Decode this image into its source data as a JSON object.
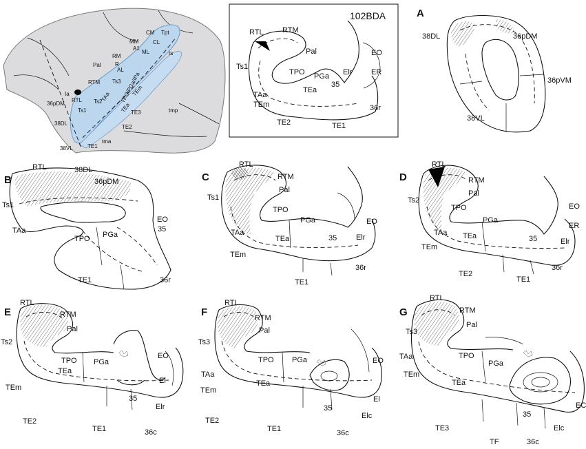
{
  "brain": {
    "labels": [
      "MM",
      "CM",
      "Tpt",
      "A1",
      "CL",
      "RM",
      "ML",
      "ts",
      "R",
      "Pal",
      "AL",
      "RTM",
      "Ts3",
      "TPO/PGa/IPa",
      "TAa",
      "Ts2",
      "Ia",
      "TEm",
      "36pDM",
      "RTL",
      "Ts1",
      "TEa",
      "TE3",
      "tmp",
      "38DL",
      "TE2",
      "tma",
      "38VL",
      "TE1"
    ]
  },
  "inset": {
    "title": "102BDA",
    "labels": [
      "RTL",
      "RTM",
      "Pal",
      "Ts1",
      "TPO",
      "PGa",
      "Elr",
      "EO",
      "ER",
      "TAa",
      "TEa",
      "35",
      "TEm",
      "36r",
      "TE2",
      "TE1"
    ]
  },
  "panels": {
    "A": {
      "letter": "A",
      "labels": [
        "36pDM",
        "38DL",
        "36pVM",
        "38VL"
      ]
    },
    "B": {
      "letter": "B",
      "labels": [
        "RTL",
        "38DL",
        "36pDM",
        "Ts1",
        "EO",
        "TAa",
        "35",
        "TPO",
        "PGa",
        "TE1",
        "36r"
      ]
    },
    "C": {
      "letter": "C",
      "labels": [
        "RTL",
        "RTM",
        "Pal",
        "Ts1",
        "TPO",
        "PGa",
        "EO",
        "TAa",
        "TEa",
        "35",
        "Elr",
        "TEm",
        "36r",
        "TE1"
      ]
    },
    "D": {
      "letter": "D",
      "labels": [
        "RTL",
        "RTM",
        "Pal",
        "Ts2",
        "TPO",
        "PGa",
        "EO",
        "ER",
        "TAa",
        "TEa",
        "35",
        "TEm",
        "Elr",
        "36r",
        "TE2",
        "TE1"
      ]
    },
    "E": {
      "letter": "E",
      "labels": [
        "RTL",
        "RTM",
        "Pal",
        "Ts2",
        "TPO",
        "PGa",
        "EO",
        "TEa",
        "El",
        "TEm",
        "35",
        "Elr",
        "TE2",
        "TE1",
        "36c"
      ]
    },
    "F": {
      "letter": "F",
      "labels": [
        "RTL",
        "RTM",
        "Pal",
        "Ts3",
        "TPO",
        "PGa",
        "EO",
        "TAa",
        "TEa",
        "TEm",
        "El",
        "35",
        "Elc",
        "TE2",
        "TE1",
        "36c"
      ]
    },
    "G": {
      "letter": "G",
      "labels": [
        "RTL",
        "RTM",
        "Ts3",
        "Pal",
        "TAa",
        "TPO",
        "PGa",
        "TEm",
        "TEa",
        "35",
        "EC",
        "TE3",
        "Elc",
        "TF",
        "36c"
      ]
    }
  }
}
